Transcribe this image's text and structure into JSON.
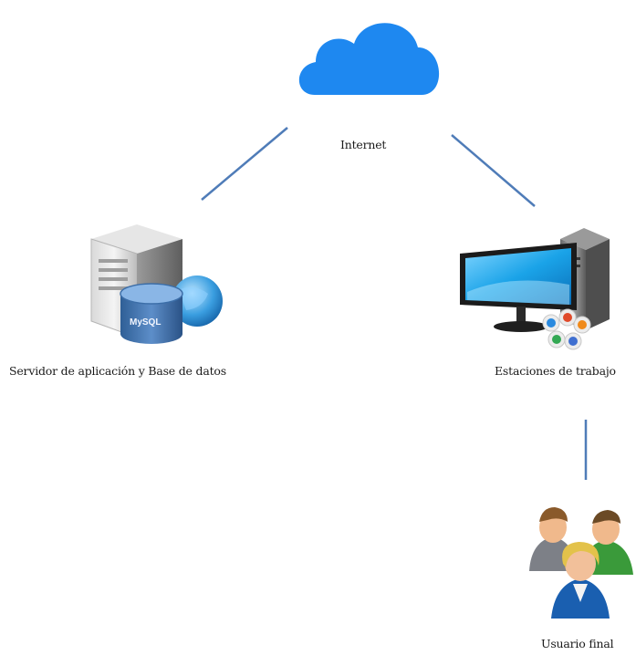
{
  "nodes": {
    "internet": {
      "label": "Internet",
      "icon": "cloud-icon"
    },
    "server": {
      "label": "Servidor de aplicación y Base de datos",
      "icon": "database-server-icon",
      "badge": "MySQL"
    },
    "stations": {
      "label": "Estaciones de trabajo",
      "icon": "workstation-icon"
    },
    "user": {
      "label": "Usuario final",
      "icon": "users-group-icon"
    }
  },
  "colors": {
    "cloud": "#1e88f0",
    "connector": "#4f7cb8",
    "screen": "#1aa3e8",
    "tower": "#8c8c8c"
  }
}
